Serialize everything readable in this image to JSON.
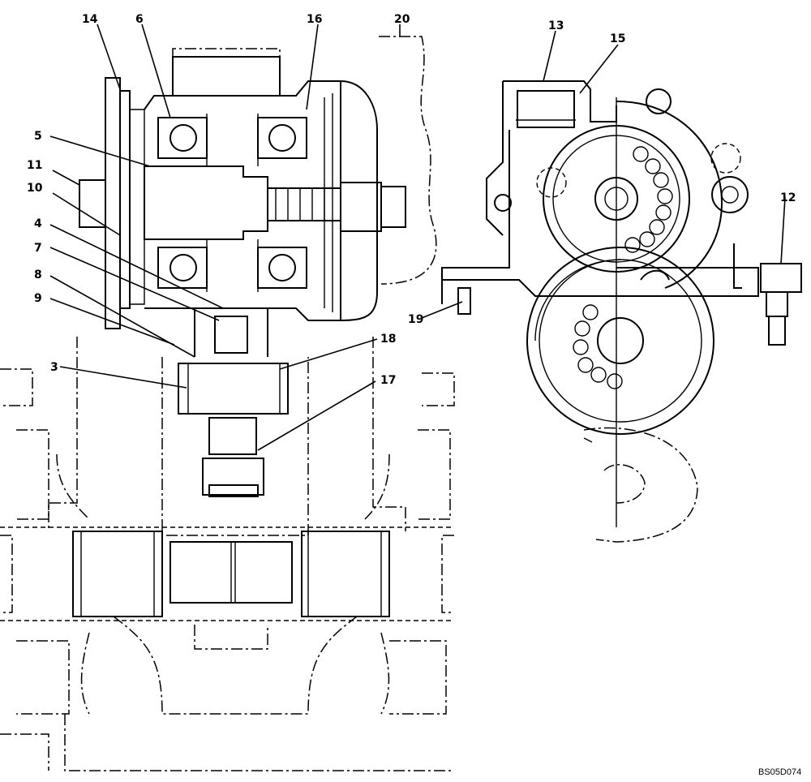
{
  "callouts": [
    {
      "id": "c14",
      "text": "14"
    },
    {
      "id": "c6",
      "text": "6"
    },
    {
      "id": "c16",
      "text": "16"
    },
    {
      "id": "c20",
      "text": "20"
    },
    {
      "id": "c13",
      "text": "13"
    },
    {
      "id": "c15",
      "text": "15"
    },
    {
      "id": "c5",
      "text": "5"
    },
    {
      "id": "c11",
      "text": "11"
    },
    {
      "id": "c10",
      "text": "10"
    },
    {
      "id": "c4",
      "text": "4"
    },
    {
      "id": "c7",
      "text": "7"
    },
    {
      "id": "c8",
      "text": "8"
    },
    {
      "id": "c9",
      "text": "9"
    },
    {
      "id": "c3",
      "text": "3"
    },
    {
      "id": "c18",
      "text": "18"
    },
    {
      "id": "c17",
      "text": "17"
    },
    {
      "id": "c19",
      "text": "19"
    },
    {
      "id": "c12",
      "text": "12"
    }
  ],
  "drawing_code": "BS05D074"
}
